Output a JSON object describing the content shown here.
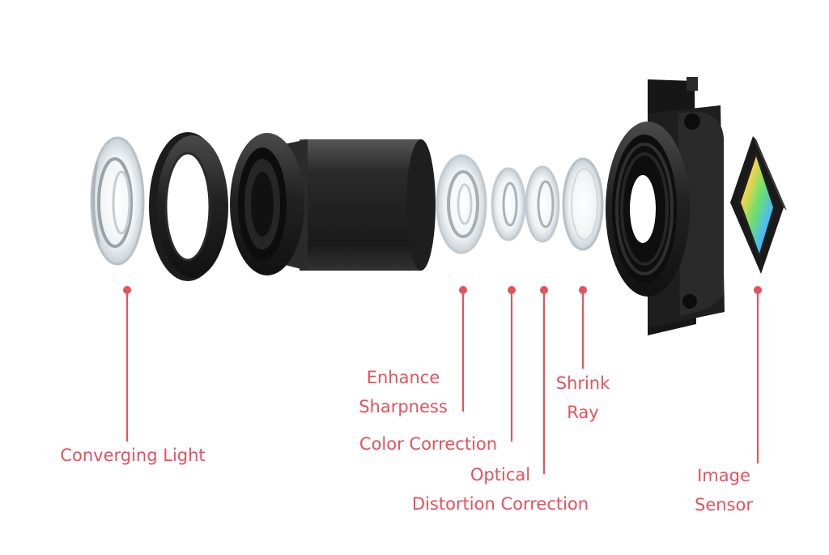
{
  "accent_color": "#e8505b",
  "labels": {
    "converging_light": "Converging Light",
    "enhance_sharpness": [
      "Enhance",
      "Sharpness"
    ],
    "color_correction": "Color Correction",
    "optical_distortion": [
      "Optical",
      "Distortion Correction"
    ],
    "shrink_ray": [
      "Shrink",
      "Ray"
    ],
    "image_sensor": [
      "Image",
      "Sensor"
    ]
  }
}
